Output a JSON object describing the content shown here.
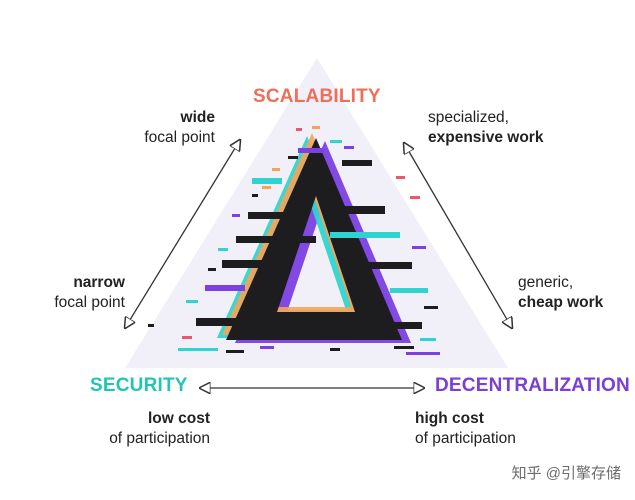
{
  "corners": {
    "top": {
      "label": "SCALABILITY",
      "color": "#ee6e5a"
    },
    "left": {
      "label": "SECURITY",
      "color": "#22c4b4"
    },
    "right": {
      "label": "DECENTRALIZATION",
      "color": "#7a3fd6"
    }
  },
  "edges": {
    "left_top": {
      "bold": "wide",
      "regular": "focal point"
    },
    "left_bottom": {
      "bold": "narrow",
      "regular": "focal point"
    },
    "right_top": {
      "regular": "specialized,",
      "bold": "expensive work"
    },
    "right_bottom": {
      "regular": "generic,",
      "bold": "cheap work"
    },
    "bottom_left": {
      "bold": "low cost",
      "regular": "of participation"
    },
    "bottom_right": {
      "bold": "high cost",
      "regular": "of participation"
    }
  },
  "watermark": "知乎 @引擎存储",
  "colors": {
    "background_triangle": "#f1f0f9",
    "glitch_black": "#1d1d1f",
    "glitch_cyan": "#2fd4d0",
    "glitch_purple": "#7b3fe4",
    "glitch_orange": "#f5a35a",
    "glitch_pink": "#e9586d",
    "arrow": "#333333"
  }
}
